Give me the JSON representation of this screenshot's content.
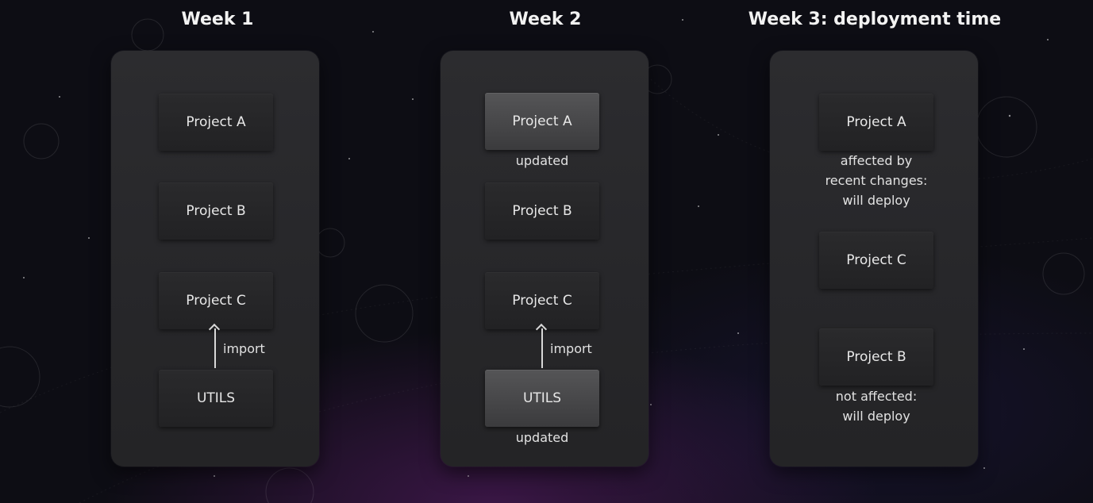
{
  "columns": [
    {
      "title": "Week 1",
      "boxes": [
        "Project A",
        "Project B",
        "Project C",
        "UTILS"
      ],
      "import_label": "import"
    },
    {
      "title": "Week 2",
      "boxes": [
        "Project A",
        "Project B",
        "Project C",
        "UTILS"
      ],
      "notes": [
        "updated",
        "updated"
      ],
      "import_label": "import"
    },
    {
      "title": "Week 3: deployment time",
      "boxes": [
        "Project A",
        "Project C",
        "Project B"
      ],
      "notes": [
        "affected by\nrecent changes:\nwill deploy",
        "not affected:\nwill deploy"
      ]
    }
  ]
}
